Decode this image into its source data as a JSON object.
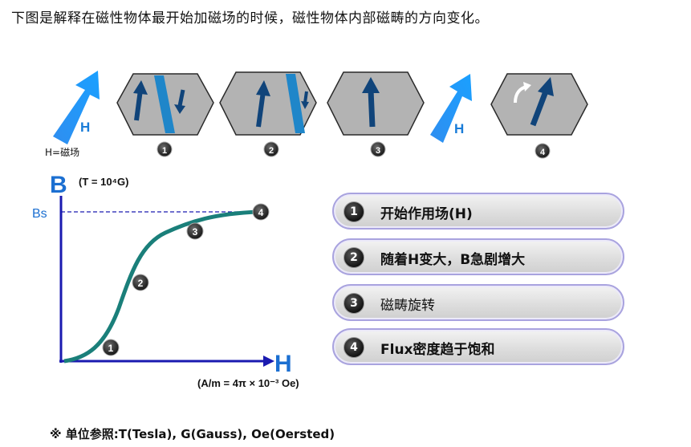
{
  "title": "下图是解释在磁性物体最开始加磁场的时候，磁性物体内部磁畴的方向变化。",
  "field_label": "H",
  "field_legend": "H=磁场",
  "stages": [
    "1",
    "2",
    "3",
    "4"
  ],
  "graph": {
    "y_axis_label": "B",
    "unit_b": "(T =   10⁴G)",
    "bs_label": "Bs",
    "x_axis_label": "H",
    "unit_h": "(A/m = 4π × 10⁻³ Oe)",
    "curve_points": [
      "1",
      "2",
      "3",
      "4"
    ]
  },
  "steps": [
    {
      "num": "1",
      "text": "开始作用场(H)"
    },
    {
      "num": "2",
      "text": "随着H变大，B急剧增大"
    },
    {
      "num": "3",
      "text": "磁畴旋转"
    },
    {
      "num": "4",
      "text": "Flux密度趋于饱和"
    }
  ],
  "footnote": "※ 单位参照:T(Tesla), G(Gauss), Oe(Oersted)",
  "colors": {
    "arrow_blue": "#1e90ff",
    "domain_arrow": "#10447a",
    "axis": "#1a1ab0",
    "curve": "#1a7f7a",
    "hexagon": "#b3b3b3"
  }
}
